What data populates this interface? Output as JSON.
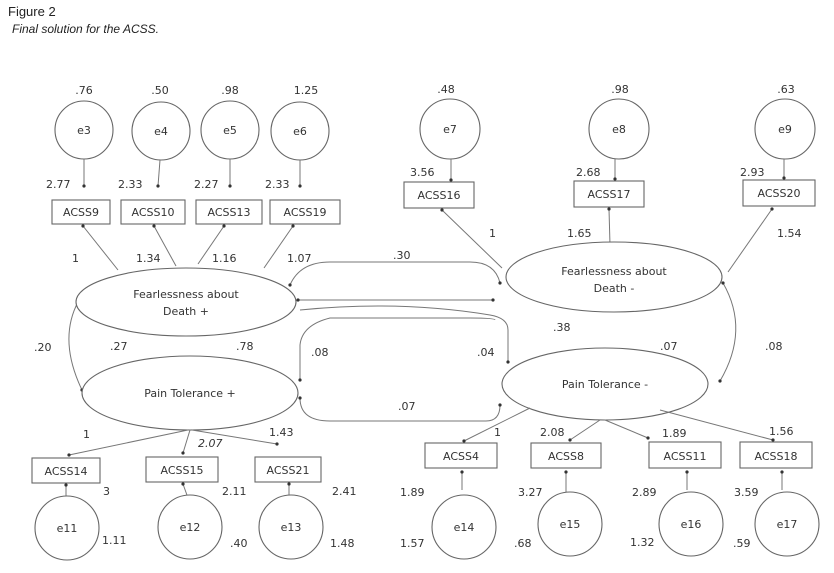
{
  "figure": {
    "label": "Figure 2",
    "caption": "Final solution for the ACSS."
  },
  "latents": {
    "fad_pos": {
      "line1": "Fearlessness about",
      "line2": "Death +"
    },
    "pt_pos": {
      "line1": "Pain Tolerance +"
    },
    "fad_neg": {
      "line1": "Fearlessness about",
      "line2": "Death -"
    },
    "pt_neg": {
      "line1": "Pain Tolerance -"
    }
  },
  "indicators": {
    "acss9": {
      "label": "ACSS9",
      "error": "e3",
      "error_variance": ".76",
      "intercept": "2.77",
      "loading": "1"
    },
    "acss10": {
      "label": "ACSS10",
      "error": "e4",
      "error_variance": ".50",
      "intercept": "2.33",
      "loading": "1.34"
    },
    "acss13": {
      "label": "ACSS13",
      "error": "e5",
      "error_variance": ".98",
      "intercept": "2.27",
      "loading": "1.16"
    },
    "acss19": {
      "label": "ACSS19",
      "error": "e6",
      "error_variance": "1.25",
      "intercept": "2.33",
      "loading": "1.07"
    },
    "acss16": {
      "label": "ACSS16",
      "error": "e7",
      "error_variance": ".48",
      "intercept": "3.56",
      "loading": "1"
    },
    "acss17": {
      "label": "ACSS17",
      "error": "e8",
      "error_variance": ".98",
      "intercept": "2.68",
      "loading": "1.65"
    },
    "acss20": {
      "label": "ACSS20",
      "error": "e9",
      "error_variance": ".63",
      "intercept": "2.93",
      "loading": "1.54"
    },
    "acss14": {
      "label": "ACSS14",
      "error": "e11",
      "error_variance": "1.11",
      "intercept": "3",
      "loading": "1"
    },
    "acss15": {
      "label": "ACSS15",
      "error": "e12",
      "error_variance": ".40",
      "intercept": "2.11",
      "loading": "2.07"
    },
    "acss21": {
      "label": "ACSS21",
      "error": "e13",
      "error_variance": "1.48",
      "intercept": "2.41",
      "loading": "1.43"
    },
    "acss4": {
      "label": "ACSS4",
      "error": "e14",
      "error_variance": "1.57",
      "intercept": "1.89",
      "loading": "1"
    },
    "acss8": {
      "label": "ACSS8",
      "error": "e15",
      "error_variance": ".68",
      "intercept": "3.27",
      "loading": "2.08"
    },
    "acss11": {
      "label": "ACSS11",
      "error": "e16",
      "error_variance": "1.32",
      "intercept": "2.89",
      "loading": "1.89"
    },
    "acss18": {
      "label": "ACSS18",
      "error": "e17",
      "error_variance": ".59",
      "intercept": "3.59",
      "loading": "1.56"
    }
  },
  "covariances": {
    "fadpos_fadneg": ".30",
    "fadpos_ptpos": ".20",
    "fadpos_var": ".27",
    "ptpos_var": ".78",
    "ptpos_fadneg": ".08",
    "fadneg_var": ".38",
    "fadpos_ptneg": ".04",
    "ptpos_ptneg": ".07",
    "ptneg_var": ".07",
    "fadneg_ptneg": ".08"
  }
}
